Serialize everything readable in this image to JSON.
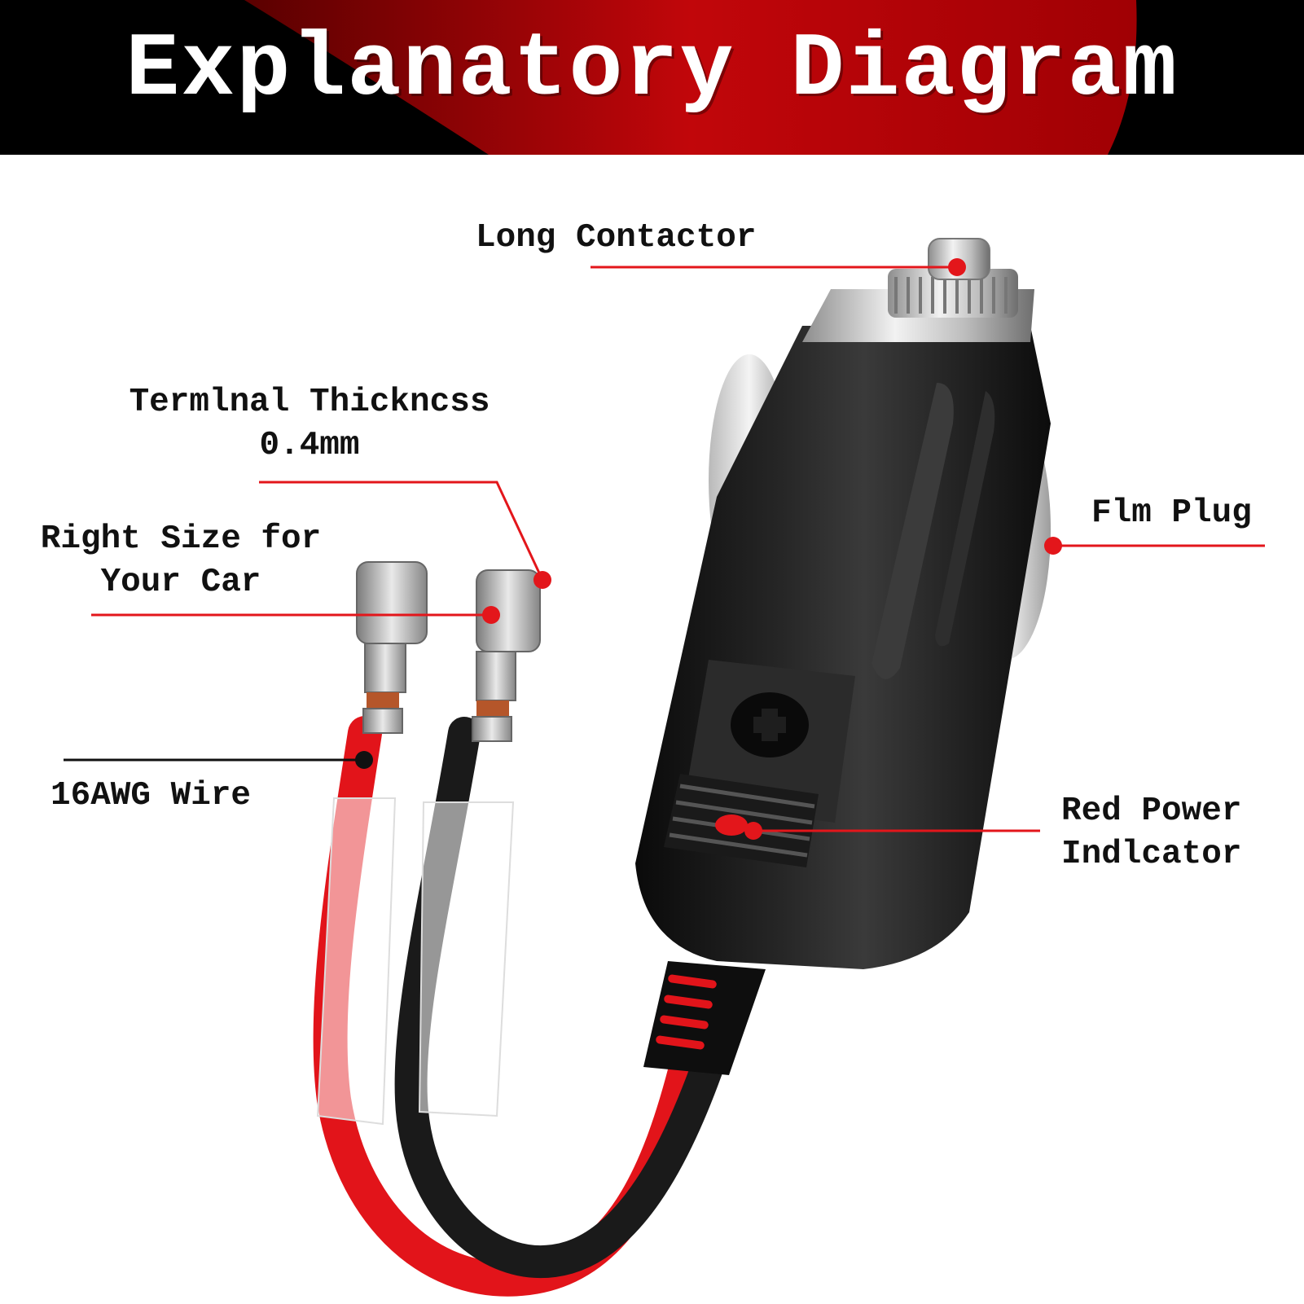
{
  "header": {
    "title": "Explanatory Diagram",
    "colors": {
      "background": "#000000",
      "accent": "#c8060a",
      "text": "#ffffff"
    }
  },
  "callouts": {
    "long_contactor": {
      "text": "Long Contactor"
    },
    "terminal_thickness": {
      "line1": "Termlnal Thickncss",
      "line2": "0.4mm"
    },
    "right_size": {
      "line1": "Right Size for",
      "line2": "Your Car"
    },
    "wire": {
      "text": "16AWG Wire"
    },
    "film_plug": {
      "text": "Flm Plug"
    },
    "power_indicator": {
      "line1": "Red Power",
      "line2": "Indlcator"
    }
  },
  "product": {
    "icon": "car-cigarette-lighter-plug-icon",
    "colors": {
      "body": "#111111",
      "wire_red": "#e2141a",
      "wire_black": "#1a1a1a",
      "metal": "#c9c9c9",
      "led": "#e3161b"
    }
  }
}
